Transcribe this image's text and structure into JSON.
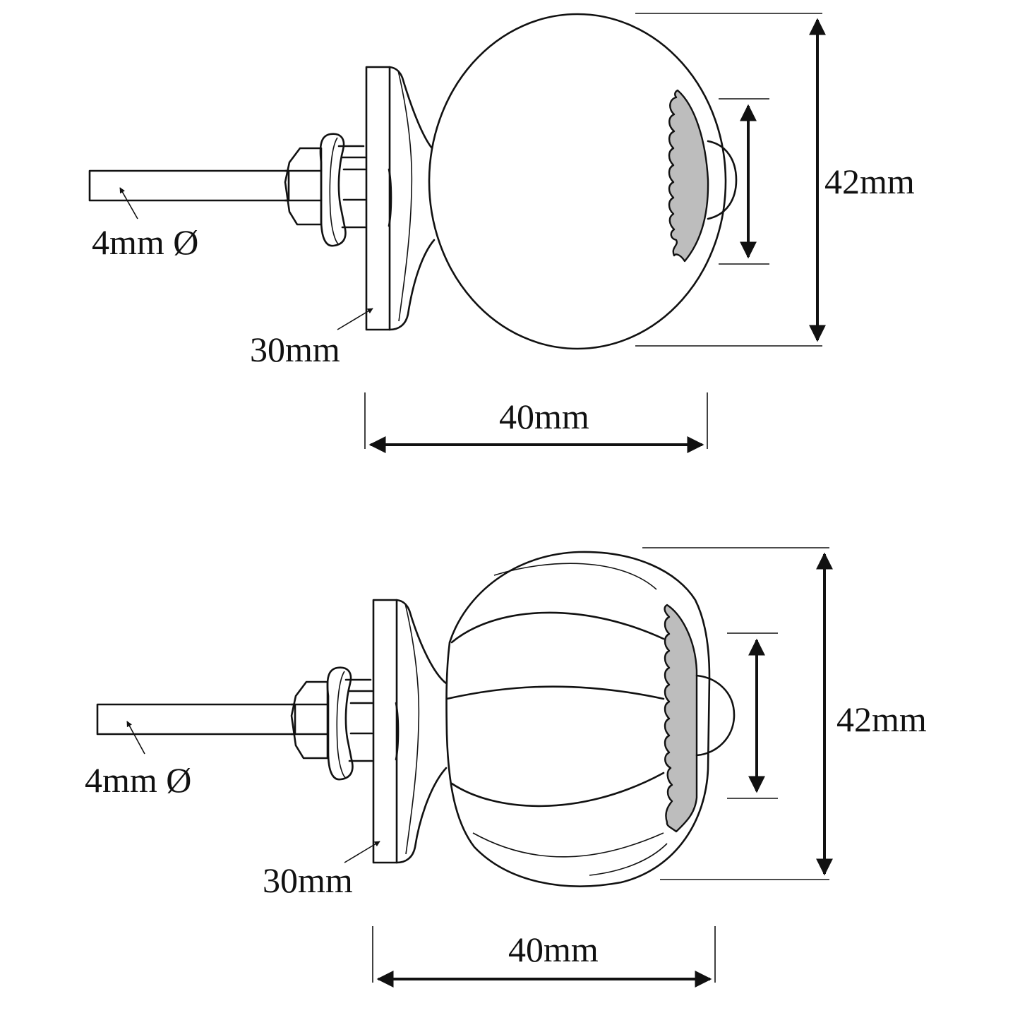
{
  "diagram": {
    "title": "",
    "subject": "Cabinet knob dimension drawings",
    "colors": {
      "line": "#111111",
      "cap_fill": "#bdbdbd",
      "background": "#ffffff"
    },
    "knobs": [
      {
        "id": "round-knob",
        "style": "smooth round knob",
        "labels": {
          "spindle_diameter": "4mm Ø",
          "base_diameter": "30mm",
          "length": "40mm",
          "height": "42mm"
        }
      },
      {
        "id": "melon-knob",
        "style": "ribbed melon knob",
        "labels": {
          "spindle_diameter": "4mm Ø",
          "base_diameter": "30mm",
          "length": "40mm",
          "height": "42mm"
        }
      }
    ]
  }
}
